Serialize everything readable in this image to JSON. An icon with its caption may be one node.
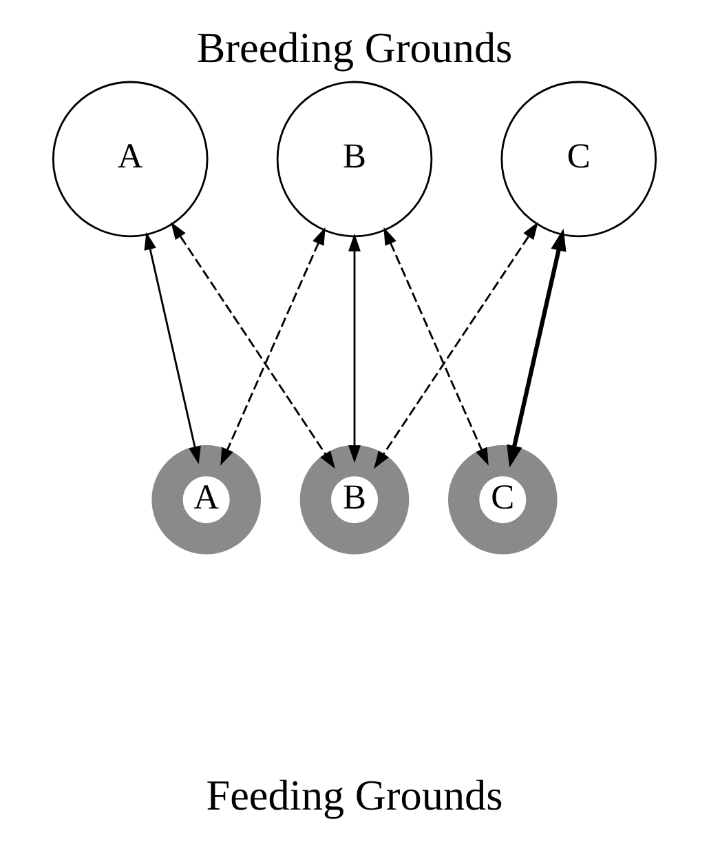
{
  "diagram": {
    "title": "Breeding Grounds",
    "caption": "Feeding Grounds",
    "nodes": [
      {
        "text": [
          "A"
        ]
      },
      {
        "text": [
          "B"
        ]
      },
      {
        "text": [
          "C"
        ]
      },
      {
        "text": [
          "A"
        ]
      },
      {
        "text": [
          "B"
        ]
      },
      {
        "text": [
          "C"
        ]
      }
    ],
    "edges": [
      {
        "from": 0,
        "to": 3,
        "arrow": "both"
      },
      {
        "from": 0,
        "to": 4,
        "arrow": "both",
        "style": "dashed"
      },
      {
        "from": 1,
        "to": 3,
        "arrow": "both",
        "style": "dashed"
      },
      {
        "from": 1,
        "to": 4,
        "arrow": "both"
      },
      {
        "from": 1,
        "to": 5,
        "arrow": "both",
        "style": "dashed"
      },
      {
        "from": 2,
        "to": 4,
        "arrow": "both",
        "style": "dashed"
      },
      {
        "from": 2,
        "to": 5,
        "arrow": "both",
        "style": "thick"
      }
    ]
  }
}
